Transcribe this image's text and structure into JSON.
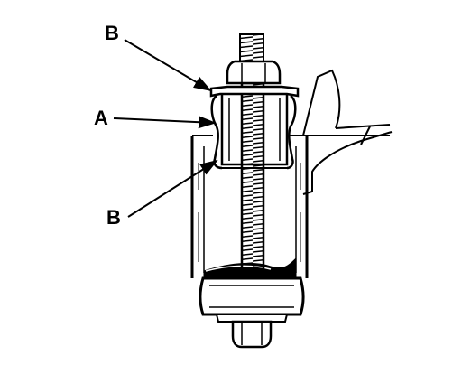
{
  "callouts": {
    "top_b": "B",
    "middle_a": "A",
    "bottom_b": "B"
  },
  "colors": {
    "ink": "#000000",
    "paper": "#ffffff"
  }
}
